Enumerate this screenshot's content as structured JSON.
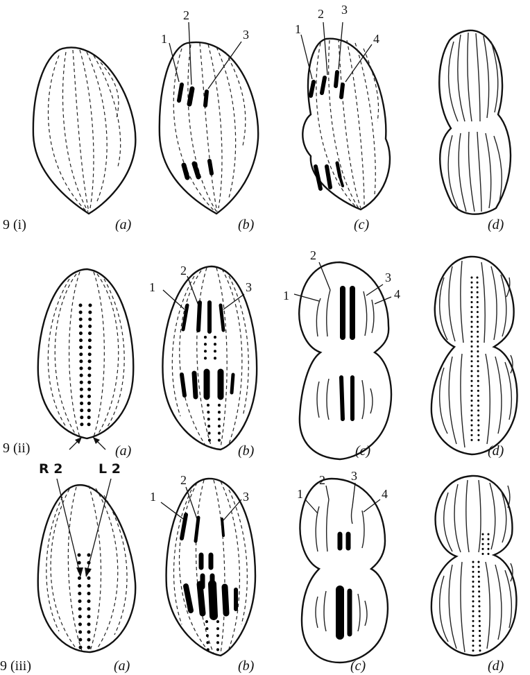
{
  "rows": [
    {
      "label": "9 (i)"
    },
    {
      "label": "9 (ii)"
    },
    {
      "label": "9 (iii)"
    }
  ],
  "panels": [
    "(a)",
    "(b)",
    "(c)",
    "(d)"
  ],
  "numbers": {
    "n1": "1",
    "n2": "2",
    "n3": "3",
    "n4": "4"
  },
  "arrows": {
    "right": "R 2",
    "left": "L 2"
  }
}
